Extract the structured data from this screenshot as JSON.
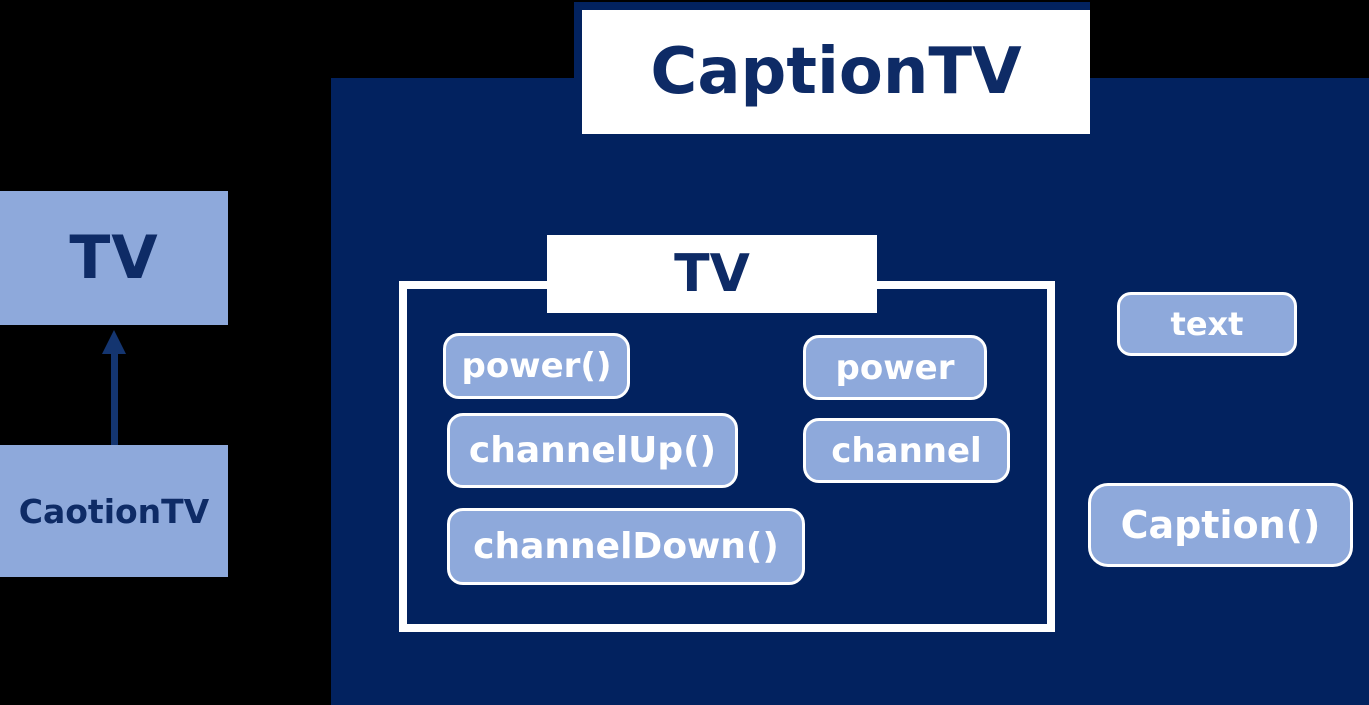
{
  "title": "CaptionTV",
  "left_panel": {
    "parent_label": "TV",
    "child_label": "CaotionTV"
  },
  "tv_class": {
    "label": "TV",
    "methods": [
      {
        "label": "power()"
      },
      {
        "label": "channelUp()"
      },
      {
        "label": "channelDown()"
      }
    ],
    "properties": [
      {
        "label": "power"
      },
      {
        "label": "channel"
      }
    ]
  },
  "captiontv_members": {
    "property_label": "text",
    "method_label": "Caption()"
  },
  "colors": {
    "background": "#000000",
    "navy": "#02225F",
    "light_blue": "#8EA9DB",
    "white": "#FFFFFF",
    "text_navy": "#0E2B66",
    "arrow_navy": "#143570"
  }
}
